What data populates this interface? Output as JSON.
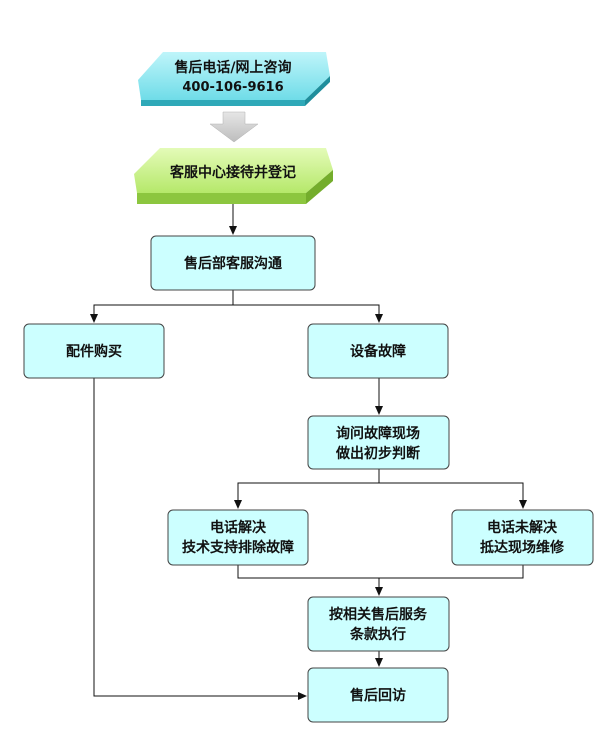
{
  "diagram": {
    "top_banner": {
      "line1": "售后电话/网上咨询",
      "line2": "400-106-9616"
    },
    "reception_banner": {
      "label": "客服中心接待并登记"
    },
    "nodes": {
      "aftersales_comm": "售后部客服沟通",
      "parts_purchase": "配件购买",
      "equipment_fault": "设备故障",
      "inquire_fault": {
        "line1": "询问故障现场",
        "line2": "做出初步判断"
      },
      "phone_solved": {
        "line1": "电话解决",
        "line2": "技术支持排除故障"
      },
      "phone_unsolved": {
        "line1": "电话未解决",
        "line2": "抵达现场维修"
      },
      "service_terms": {
        "line1": "按相关售后服务",
        "line2": "条款执行"
      },
      "followup_visit": "售后回访"
    },
    "colors": {
      "banner_teal_top": "#8fe8f0",
      "banner_teal_side": "#2fa9b8",
      "banner_green_top": "#c8f08a",
      "banner_green_side": "#8cc63f",
      "box_fill": "#ccffff",
      "arrow_grey": "#c8c8c8"
    }
  }
}
